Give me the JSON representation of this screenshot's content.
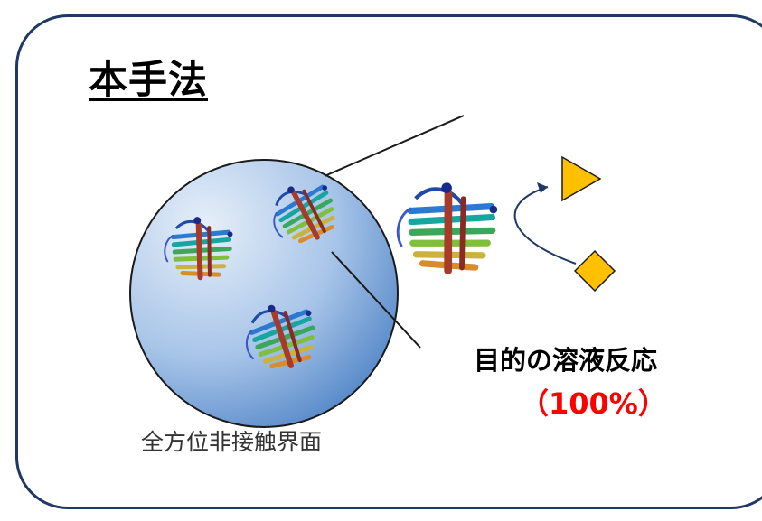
{
  "title": "本手法",
  "interface_label": "全方位非接触界面",
  "result": {
    "label": "目的の溶液反応",
    "value": "（100%）"
  },
  "colors": {
    "frame": "#1f3864",
    "sphere_light": "#dbe8f7",
    "sphere_dark": "#4f86c9",
    "substrate": "#ffc000",
    "arrow": "#1f3864",
    "result_value": "#ff0000"
  },
  "icons": [
    "protein-structure-icon",
    "triangle-product-icon",
    "diamond-substrate-icon",
    "reaction-arrow-icon"
  ]
}
